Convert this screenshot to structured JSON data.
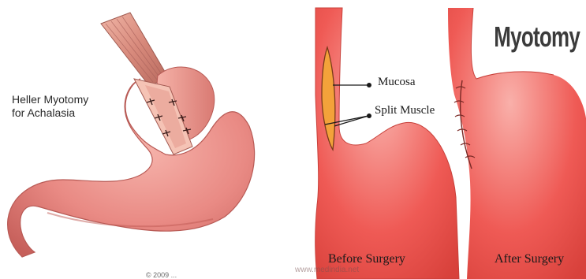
{
  "left_panel": {
    "label_line1": "Heller Myotomy",
    "label_line2": "for Achalasia",
    "copyright": "© 2009 ..."
  },
  "right_panel": {
    "title": "Myotomy",
    "callout_mucosa": "Mucosa",
    "callout_split_muscle": "Split Muscle",
    "caption_before": "Before Surgery",
    "caption_after": "After Surgery",
    "watermark": "www.medindia.net"
  },
  "colors": {
    "stomach_pink": "#e98a84",
    "stomach_shadow": "#c65f5a",
    "esophagus_muscle": "#c97466",
    "tube_red": "#ef5a55",
    "tube_highlight": "#f7a09a",
    "mucosa_orange": "#f3a23a",
    "suture": "#3a1c1a"
  }
}
